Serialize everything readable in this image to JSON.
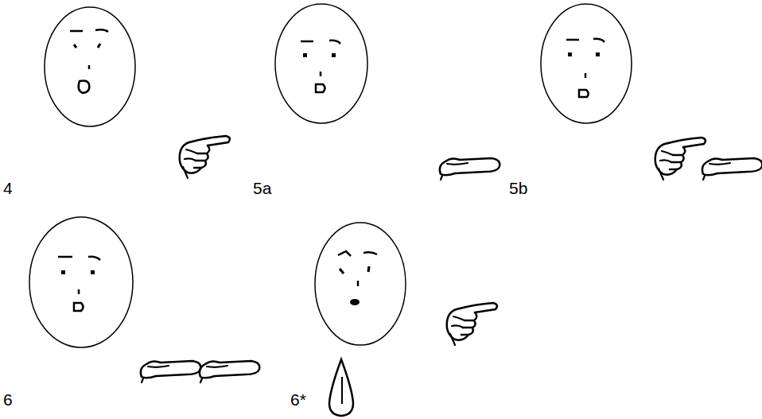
{
  "diagram": {
    "labels": [
      "4",
      "5a",
      "5b",
      "6",
      "6*"
    ]
  }
}
